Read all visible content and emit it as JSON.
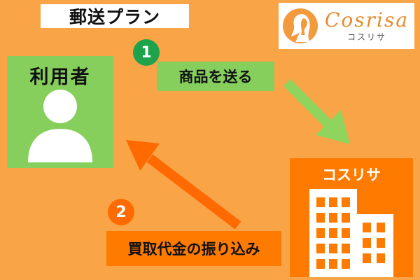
{
  "title": "郵送プラン",
  "logo": {
    "word": "Cosrisa",
    "kana": "コスリサ"
  },
  "user": {
    "label": "利用者"
  },
  "shop": {
    "label": "コスリサ"
  },
  "steps": [
    {
      "number": "1",
      "label": "商品を送る"
    },
    {
      "number": "2",
      "label": "買取代金の振り込み"
    }
  ],
  "colors": {
    "background": "#f9a447",
    "user_box": "#86cf5d",
    "step1_box": "#86cf5d",
    "step1_badge": "#1fa34a",
    "step2_box": "#ff7b00",
    "step2_badge": "#ff6b00",
    "shop_box": "#ff7b00",
    "arrow_green": "#8fd45c",
    "arrow_orange": "#ff6a00"
  },
  "icons": [
    "person-icon",
    "building-icon",
    "woman-silhouette-logo-icon"
  ]
}
